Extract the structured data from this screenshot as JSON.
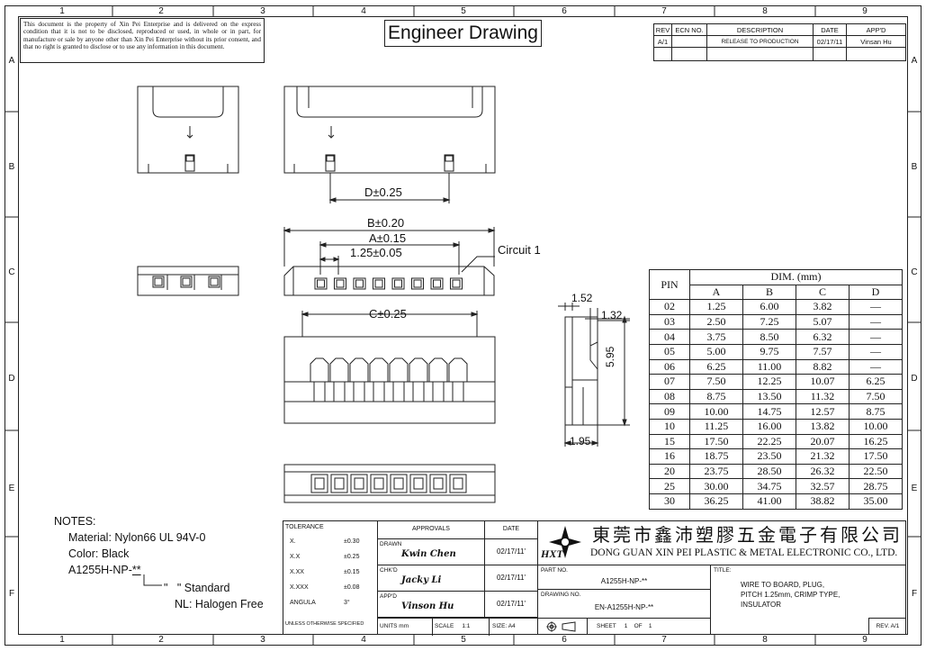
{
  "header": {
    "disclaimer": "This document is the property of Xin Pei Enterprise and is delivered on the express condition that it is not to be disclosed, reproduced or used, in whole or in part, for manufacture or sale by anyone other than Xin Pei Enterprise without its prior consent, and that no right is granted to disclose or to use any information in this document.",
    "title": "Engineer Drawing"
  },
  "zones": {
    "cols": [
      "1",
      "2",
      "3",
      "4",
      "5",
      "6",
      "7",
      "8",
      "9"
    ],
    "rows": [
      "A",
      "B",
      "C",
      "D",
      "E",
      "F"
    ]
  },
  "revision": {
    "headers": [
      "REV",
      "ECN NO.",
      "DESCRIPTION",
      "DATE",
      "APP'D"
    ],
    "rows": [
      [
        "A/1",
        "",
        "RELEASE TO PRODUCTION",
        "02/17/11",
        "Vinsan Hu"
      ]
    ]
  },
  "dimensions": {
    "d": "D±0.25",
    "b": "B±0.20",
    "a": "A±0.15",
    "pitch": "1.25±0.05",
    "circuit": "Circuit 1",
    "c": "C±0.25",
    "side_top": "1.52",
    "side_right": "1.32",
    "side_height": "5.95",
    "side_bottom": "1.95"
  },
  "dim_table": {
    "pin_header": "PIN",
    "group_header": "DIM. (mm)",
    "col_headers": [
      "A",
      "B",
      "C",
      "D"
    ],
    "rows": [
      [
        "02",
        "1.25",
        "6.00",
        "3.82",
        "—"
      ],
      [
        "03",
        "2.50",
        "7.25",
        "5.07",
        "—"
      ],
      [
        "04",
        "3.75",
        "8.50",
        "6.32",
        "—"
      ],
      [
        "05",
        "5.00",
        "9.75",
        "7.57",
        "—"
      ],
      [
        "06",
        "6.25",
        "11.00",
        "8.82",
        "—"
      ],
      [
        "07",
        "7.50",
        "12.25",
        "10.07",
        "6.25"
      ],
      [
        "08",
        "8.75",
        "13.50",
        "11.32",
        "7.50"
      ],
      [
        "09",
        "10.00",
        "14.75",
        "12.57",
        "8.75"
      ],
      [
        "10",
        "11.25",
        "16.00",
        "13.82",
        "10.00"
      ],
      [
        "15",
        "17.50",
        "22.25",
        "20.07",
        "16.25"
      ],
      [
        "16",
        "18.75",
        "23.50",
        "21.32",
        "17.50"
      ],
      [
        "20",
        "23.75",
        "28.50",
        "26.32",
        "22.50"
      ],
      [
        "25",
        "30.00",
        "34.75",
        "32.57",
        "28.75"
      ],
      [
        "30",
        "36.25",
        "41.00",
        "38.82",
        "35.00"
      ]
    ]
  },
  "notes": {
    "heading": "NOTES:",
    "material": "Material: Nylon66 UL 94V-0",
    "color": "Color: Black",
    "part_prefix": "A1255H-NP-",
    "part_suffix": "**",
    "standard": "\"   \" Standard",
    "halogen": "NL: Halogen Free"
  },
  "tolerance": {
    "heading": "TOLERANCE",
    "rows": [
      [
        "X.",
        "±0.30"
      ],
      [
        "X.X",
        "±0.25"
      ],
      [
        "X.XX",
        "±0.15"
      ],
      [
        "X.XXX",
        "±0.08"
      ],
      [
        "ANGULA",
        "3°"
      ]
    ],
    "footer": "UNLESS OTHERWISE SPECIFIED"
  },
  "approvals": {
    "heading": "APPROVALS",
    "date_heading": "DATE",
    "rows": [
      {
        "role": "DRAWN",
        "name": "Kwin Chen",
        "date": "02/17/11'"
      },
      {
        "role": "CHK'D",
        "name": "Jacky Li",
        "date": "02/17/11'"
      },
      {
        "role": "APP'D",
        "name": "Vinson Hu",
        "date": "02/17/11'"
      }
    ],
    "units": "UNITS mm",
    "scale_label": "SCALE",
    "scale": "1:1",
    "size": "SIZE: A4"
  },
  "company": {
    "logo_text": "HXT",
    "name_cn": "東莞市鑫沛塑膠五金電子有限公司",
    "name_en": "DONG GUAN XIN PEI PLASTIC & METAL ELECTRONIC CO., LTD."
  },
  "part": {
    "part_no_label": "PART NO.",
    "part_no": "A1255H-NP-**",
    "drawing_no_label": "DRAWING NO.",
    "drawing_no": "EN-A1255H-NP-**",
    "title_label": "TITLE:",
    "title_lines": [
      "WIRE TO BOARD, PLUG,",
      "PITCH 1.25mm, CRIMP TYPE,",
      "INSULATOR"
    ],
    "sheet_label": "SHEET",
    "sheet": "1",
    "of_label": "OF",
    "of": "1",
    "rev": "REV. A/1"
  }
}
